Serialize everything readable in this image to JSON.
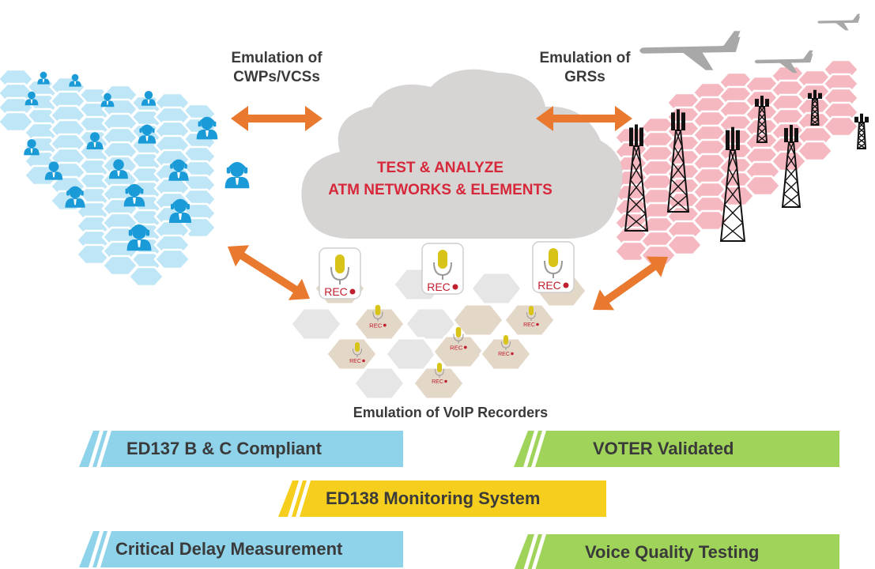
{
  "labels": {
    "cwp": "Emulation of\nCWPs/VCSs",
    "grs": "Emulation of\nGRSs",
    "voip": "Emulation of  VoIP Recorders"
  },
  "cloud": {
    "line1": "TEST & ANALYZE",
    "line2": "ATM NETWORKS & ELEMENTS"
  },
  "recorder_label": "REC",
  "banners": [
    {
      "text": "ED137 B & C Compliant",
      "color": "#8fd3ea"
    },
    {
      "text": "VOTER Validated",
      "color": "#9fd35a"
    },
    {
      "text": "ED138 Monitoring System",
      "color": "#f6cf1e"
    },
    {
      "text": "Critical Delay Measurement",
      "color": "#8fd3ea"
    },
    {
      "text": "Voice Quality Testing",
      "color": "#9fd35a"
    }
  ],
  "colors": {
    "arrow": "#e8792f",
    "cloud": "#d7d4d4",
    "cloud_text": "#d6283a",
    "people_hex": "#bfe6f7",
    "person": "#1a9bd8",
    "tower_hex": "#f5b8c0",
    "airplane": "#a8a8a8",
    "rec_hex": "#e3d7c8",
    "rec_hex_gray": "#e6e6e6",
    "mic": "#d8c418",
    "rec_dot": "#c0202e"
  }
}
